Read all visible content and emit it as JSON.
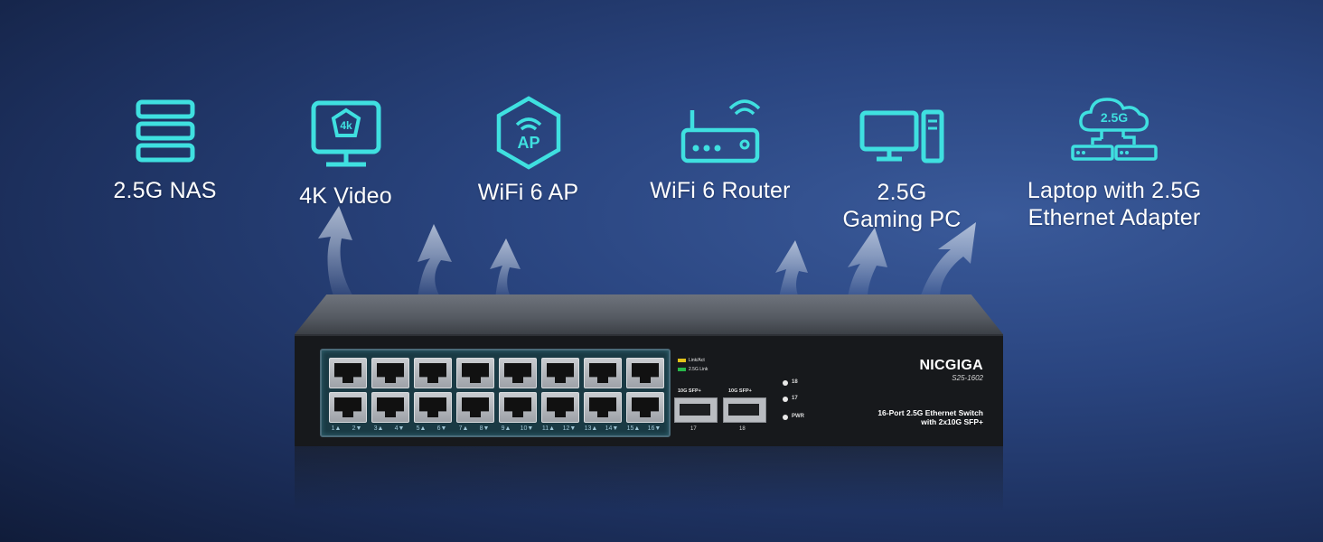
{
  "features": [
    {
      "icon": "nas-server-icon",
      "lines": [
        "2.5G NAS"
      ]
    },
    {
      "icon": "4k-monitor-icon",
      "icon_text": "4k",
      "lines": [
        "4K Video"
      ]
    },
    {
      "icon": "wifi-ap-icon",
      "icon_text": "AP",
      "lines": [
        "WiFi 6 AP"
      ]
    },
    {
      "icon": "router-icon",
      "lines": [
        "WiFi 6 Router"
      ]
    },
    {
      "icon": "gaming-pc-icon",
      "lines": [
        "2.5G",
        "Gaming PC"
      ]
    },
    {
      "icon": "cloud-network-icon",
      "icon_text": "2.5G",
      "lines": [
        "Laptop with 2.5G",
        "Ethernet Adapter"
      ]
    }
  ],
  "switch": {
    "brand": "NICGIGA",
    "model": "S25-1602",
    "description": [
      "16-Port 2.5G Ethernet Switch",
      "with 2x10G SFP+"
    ],
    "legend": [
      "Link/Act",
      "2.5G Link"
    ],
    "legend_colors": [
      "#e2c21a",
      "#27b84a"
    ],
    "port_numbers": [
      "1▲",
      "2▼",
      "3▲",
      "4▼",
      "5▲",
      "6▼",
      "7▲",
      "8▼",
      "9▲",
      "10▼",
      "11▲",
      "12▼",
      "13▲",
      "14▼",
      "15▲",
      "16▼"
    ],
    "sfp_label": "10G SFP+",
    "sfp_ports": [
      "17",
      "18"
    ],
    "leds": [
      "18",
      "17",
      "PWR"
    ]
  },
  "colors": {
    "accent": "#3fe0e0",
    "arrow": "#b9c6d8"
  }
}
